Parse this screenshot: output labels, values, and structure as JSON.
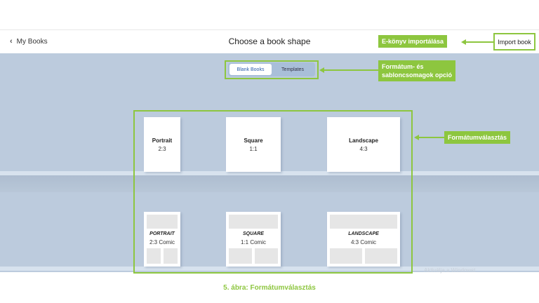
{
  "header": {
    "back_label": "My Books",
    "title": "Choose a book shape",
    "import_label": "Import book"
  },
  "toggle": {
    "blank_label": "Blank Books",
    "templates_label": "Templates"
  },
  "books": [
    {
      "name": "Portrait",
      "ratio": "2:3"
    },
    {
      "name": "Square",
      "ratio": "1:1"
    },
    {
      "name": "Landscape",
      "ratio": "4:3"
    }
  ],
  "comics": [
    {
      "name": "PORTRAIT",
      "ratio": "2:3 Comic"
    },
    {
      "name": "SQUARE",
      "ratio": "1:1 Comic"
    },
    {
      "name": "LANDSCAPE",
      "ratio": "4:3 Comic"
    }
  ],
  "annotations": {
    "import_callout": "E-könyv importálása",
    "toggle_callout_line1": "Formátum- és",
    "toggle_callout_line2": "sabloncsomagok opció",
    "format_callout": "Formátumválasztás"
  },
  "watermark": "Aktiválja a Windowst",
  "caption": "5. ábra: Formátumválasztás",
  "colors": {
    "accent_green": "#8dc63f",
    "shelf_bg": "#bccbdd",
    "active_tab": "#2a5caa"
  }
}
